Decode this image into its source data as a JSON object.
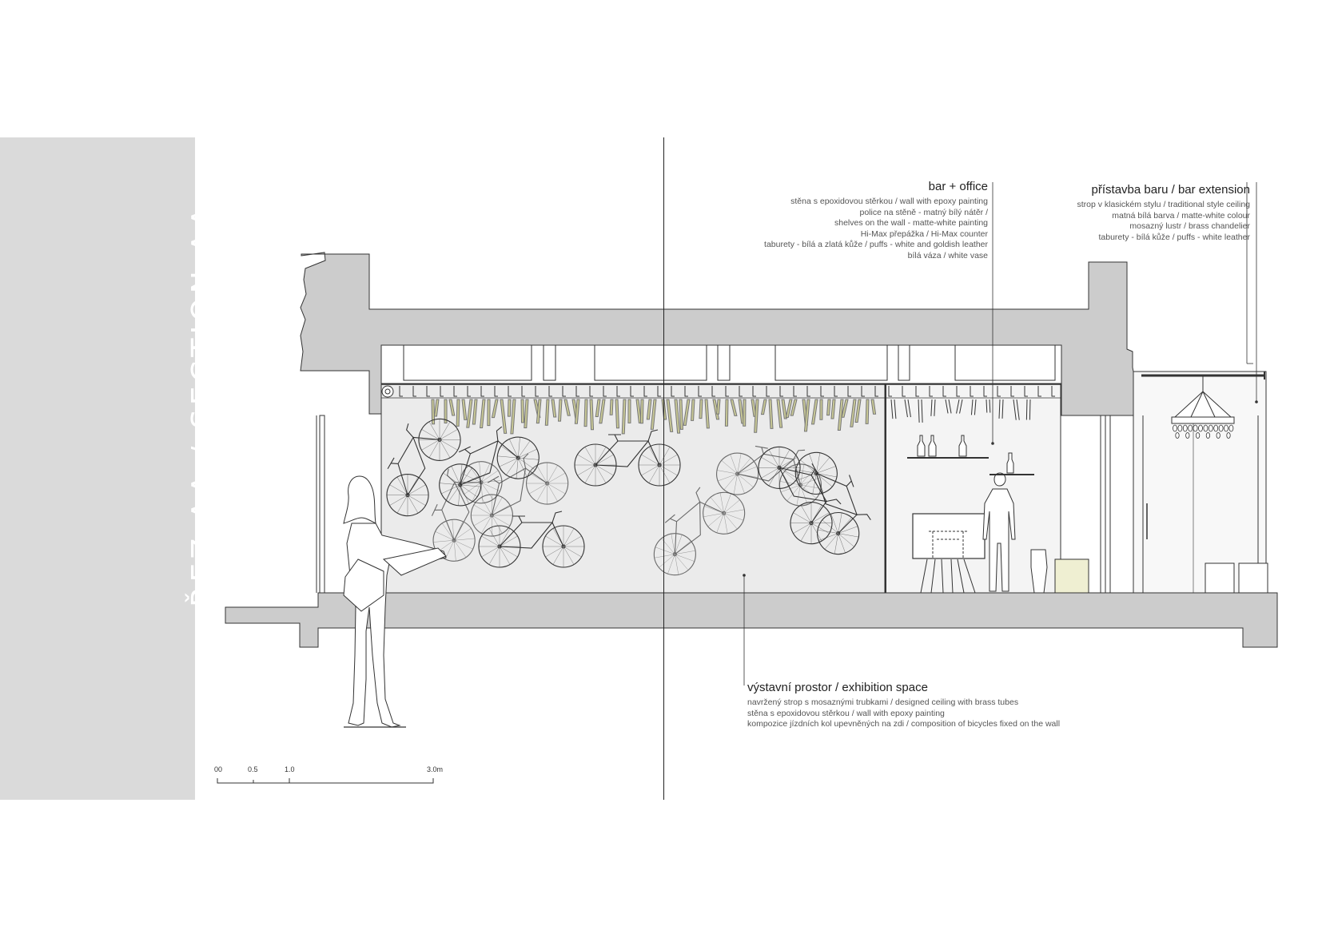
{
  "section_title": "ŘEZ AA / SECTION AA",
  "labels": {
    "bar_office": {
      "title": "bar + office",
      "lines": [
        "stěna s epoxidovou stěrkou / wall with epoxy painting",
        "police na stěně - matný bílý nátěr /",
        "shelves on the wall - matte-white painting",
        "Hi-Max přepážka / Hi-Max counter",
        "taburety - bílá a zlatá kůže / puffs - white and goldish leather",
        "bílá váza / white vase"
      ]
    },
    "bar_extension": {
      "title": "přístavba baru / bar extension",
      "lines": [
        "strop v klasickém stylu / traditional style ceiling",
        "matná bílá barva / matte-white colour",
        "mosazný lustr / brass chandelier",
        "taburety - bílá kůže / puffs - white leather"
      ]
    },
    "exhibition": {
      "title": "výstavní prostor / exhibition space",
      "lines": [
        "navržený strop s mosaznými trubkami / designed ceiling with brass tubes",
        "stěna s epoxidovou stěrkou / wall with epoxy painting",
        "kompozice jízdních kol upevněných na zdi  / composition of bicycles fixed on the wall"
      ]
    }
  },
  "scale_bar": {
    "ticks": [
      "00",
      "0.5",
      "1.0",
      "3.0m"
    ]
  },
  "colors": {
    "structure": "#cccccc",
    "outline": "#333333",
    "sidebar": "#dadada",
    "interior": "#ebebeb",
    "brass": "#c8c896",
    "pouf": "#efefd2"
  }
}
